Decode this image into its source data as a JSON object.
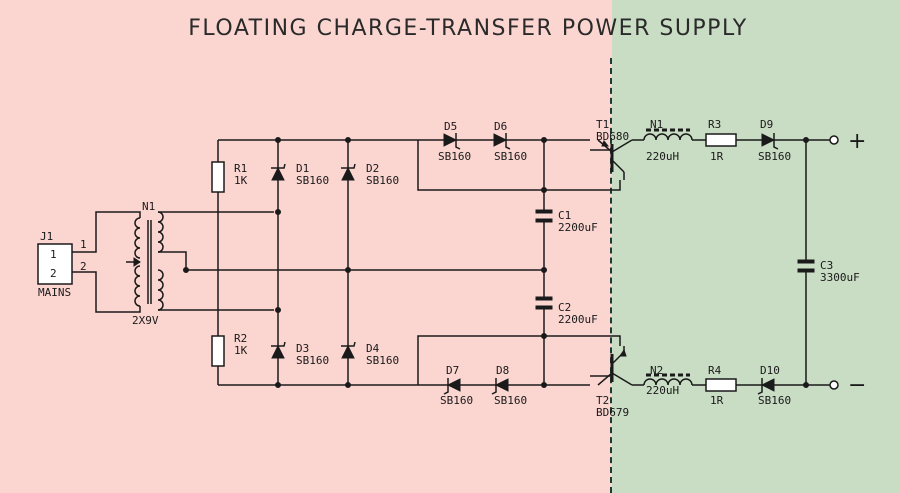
{
  "title": "FLOATING CHARGE-TRANSFER POWER SUPPLY",
  "colors": {
    "left_panel": "#fbd6d1",
    "right_panel": "#c9dcc4",
    "ink": "#1a1a1a"
  },
  "components": {
    "j1": {
      "ref": "J1",
      "pin1": "1",
      "pin2": "2",
      "label": "MAINS"
    },
    "wire_pin1": "1",
    "wire_pin2": "2",
    "n1": {
      "ref": "N1",
      "value": "2X9V"
    },
    "r1": {
      "ref": "R1",
      "value": "1K"
    },
    "r2": {
      "ref": "R2",
      "value": "1K"
    },
    "d1": {
      "ref": "D1",
      "value": "SB160"
    },
    "d2": {
      "ref": "D2",
      "value": "SB160"
    },
    "d3": {
      "ref": "D3",
      "value": "SB160"
    },
    "d4": {
      "ref": "D4",
      "value": "SB160"
    },
    "d5": {
      "ref": "D5",
      "value": "SB160"
    },
    "d6": {
      "ref": "D6",
      "value": "SB160"
    },
    "d7": {
      "ref": "D7",
      "value": "SB160"
    },
    "d8": {
      "ref": "D8",
      "value": "SB160"
    },
    "d9": {
      "ref": "D9",
      "value": "SB160"
    },
    "d10": {
      "ref": "D10",
      "value": "SB160"
    },
    "c1": {
      "ref": "C1",
      "value": "2200uF"
    },
    "c2": {
      "ref": "C2",
      "value": "2200uF"
    },
    "c3": {
      "ref": "C3",
      "value": "3300uF"
    },
    "t1": {
      "ref": "T1",
      "value": "BD680"
    },
    "t2": {
      "ref": "T2",
      "value": "BD679"
    },
    "l1": {
      "ref": "N1",
      "value": "220uH"
    },
    "l2": {
      "ref": "N2",
      "value": "220uH"
    },
    "r3": {
      "ref": "R3",
      "value": "1R"
    },
    "r4": {
      "ref": "R4",
      "value": "1R"
    }
  },
  "terminals": {
    "plus": "+",
    "minus": "−"
  }
}
